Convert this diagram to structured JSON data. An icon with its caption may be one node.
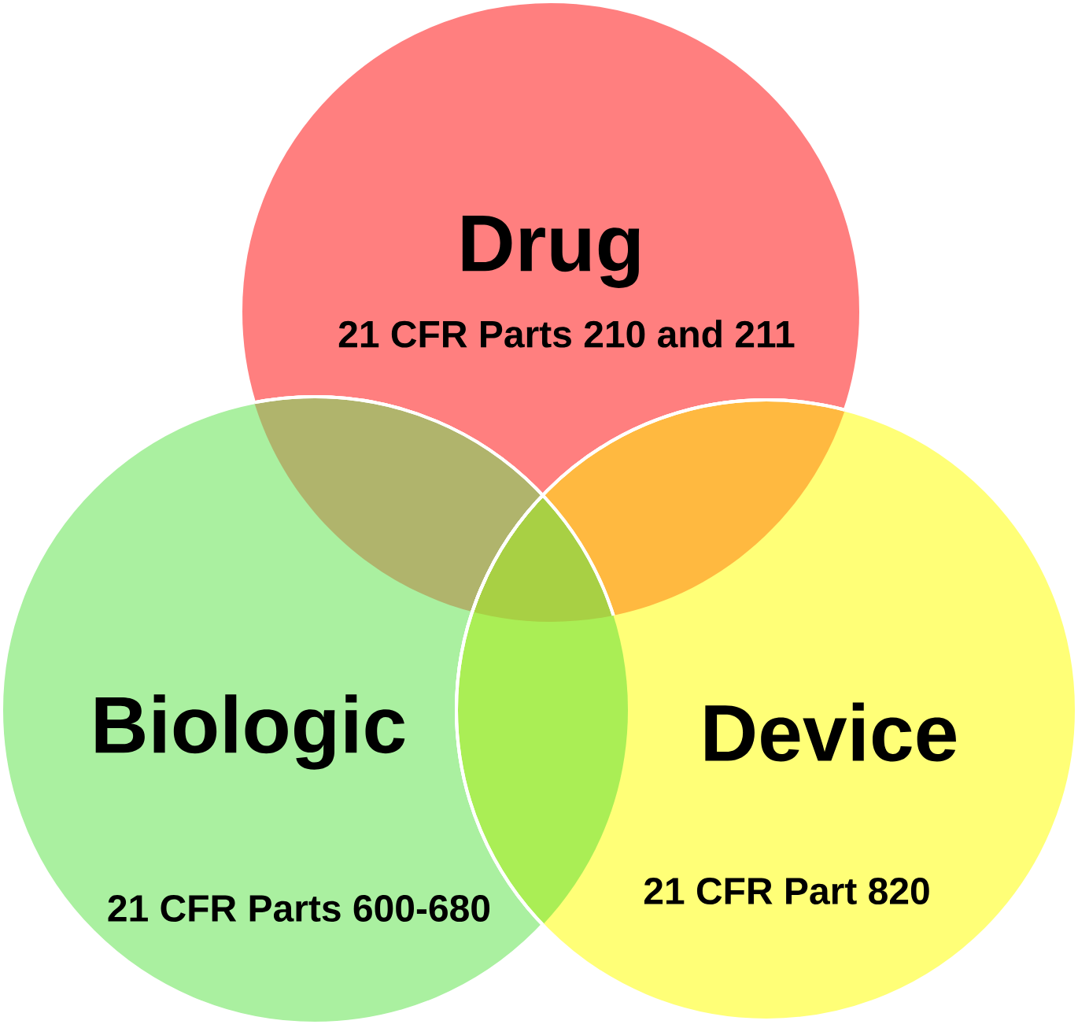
{
  "diagram": {
    "nodes": [
      {
        "text": [
          "Drug",
          "21 CFR Parts 210 and 211"
        ]
      },
      {
        "text": [
          "Biologic",
          "21 CFR Parts 600-680"
        ]
      },
      {
        "text": [
          "Device",
          "21 CFR Part 820"
        ]
      }
    ]
  }
}
